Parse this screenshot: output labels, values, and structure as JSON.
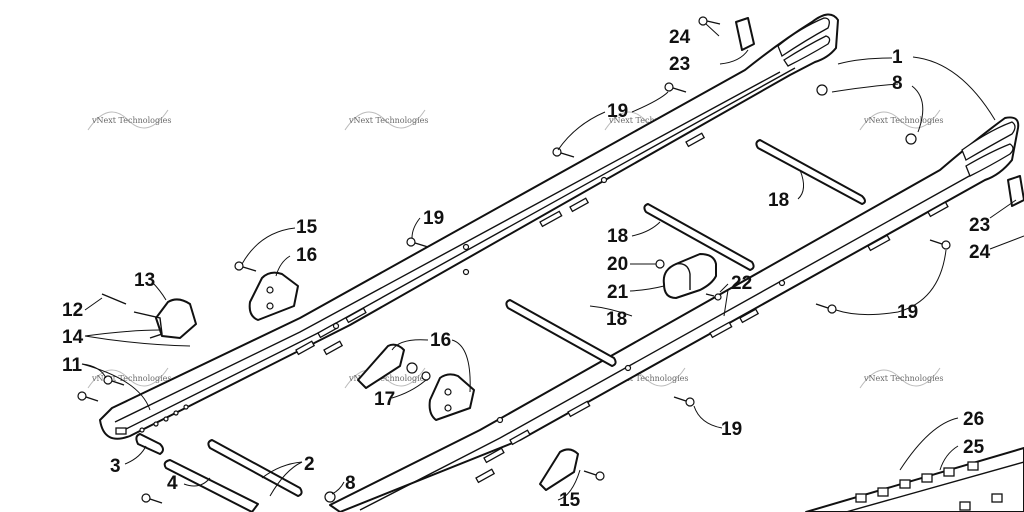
{
  "watermark": "vNext Technologies",
  "callouts": {
    "c1": "1",
    "c2": "2",
    "c3": "3",
    "c4": "4",
    "c8a": "8",
    "c8b": "8",
    "c11": "11",
    "c12": "12",
    "c13": "13",
    "c14": "14",
    "c15a": "15",
    "c15b": "15",
    "c16a": "16",
    "c16b": "16",
    "c17": "17",
    "c18a": "18",
    "c18b": "18",
    "c18c": "18",
    "c19a": "19",
    "c19b": "19",
    "c19c": "19",
    "c19d": "19",
    "c20": "20",
    "c21": "21",
    "c22": "22",
    "c23a": "23",
    "c23b": "23",
    "c24a": "24",
    "c24b": "24",
    "c25": "25",
    "c26": "26"
  }
}
